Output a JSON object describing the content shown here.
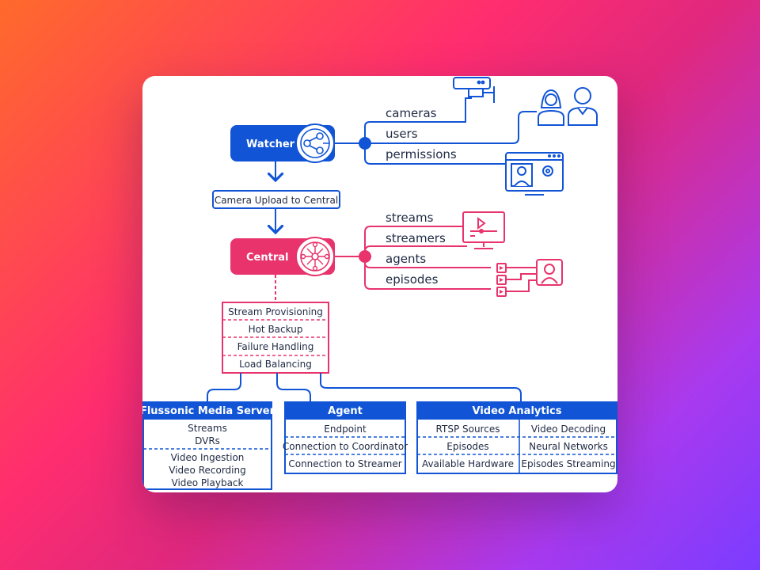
{
  "colors": {
    "blue": "#1155d6",
    "pink": "#e8336d",
    "text": "#1f2a44"
  },
  "watcher": {
    "label": "Watcher",
    "icon": "network-nodes-icon",
    "resources": [
      "cameras",
      "users",
      "permissions"
    ],
    "resource_icons": [
      "security-camera-icon",
      "users-icon",
      "settings-window-icon"
    ]
  },
  "upload_label": "Camera Upload to Central",
  "central": {
    "label": "Central",
    "icon": "hub-star-icon",
    "resources": [
      "streams",
      "streamers",
      "agents",
      "episodes"
    ],
    "resource_icons": [
      "video-monitor-icon",
      "play-files-user-icon"
    ]
  },
  "central_functions": [
    "Stream Provisioning",
    "Hot Backup",
    "Failure Handling",
    "Load Balancing"
  ],
  "flussonic": {
    "title": "Flussonic Media Server",
    "group1": [
      "Streams",
      "DVRs"
    ],
    "group2": [
      "Video Ingestion",
      "Video Recording",
      "Video Playback"
    ]
  },
  "agent": {
    "title": "Agent",
    "rows": [
      "Endpoint",
      "Connection to Coordinator",
      "Connection to Streamer"
    ]
  },
  "video_analytics": {
    "title": "Video Analytics",
    "left": [
      "RTSP Sources",
      "Episodes",
      "Available Hardware"
    ],
    "right": [
      "Video Decoding",
      "Neural Networks",
      "Episodes Streaming"
    ]
  }
}
